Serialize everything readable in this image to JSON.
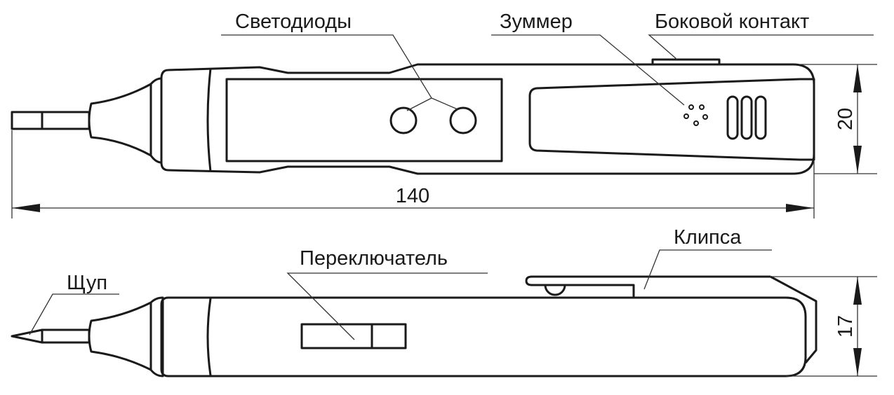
{
  "labels": {
    "leds": "Светодиоды",
    "buzzer": "Зуммер",
    "side_contact": "Боковой контакт",
    "probe": "Щуп",
    "switch": "Переключатель",
    "clip": "Клипса"
  },
  "dimensions": {
    "length": "140",
    "width": "20",
    "thickness": "17"
  }
}
